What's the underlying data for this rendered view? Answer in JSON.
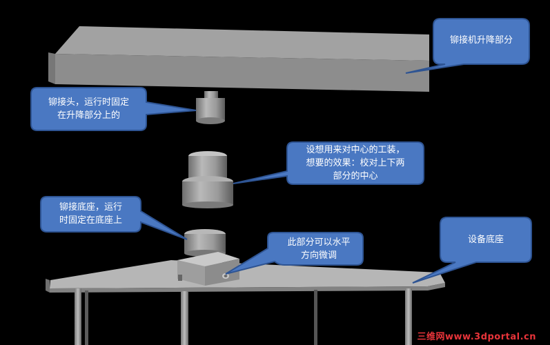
{
  "labels": {
    "lift_part": "铆接机升降部分",
    "rivet_head": [
      "铆接头，运行时固定",
      "在升降部分上的"
    ],
    "centering_tool": [
      "设想用来对中心的工装，",
      "想要的效果：校对上下两",
      "部分的中心"
    ],
    "rivet_base": [
      "铆接底座，运行",
      "时固定在底座上"
    ],
    "adjust_part": [
      "此部分可以水平",
      "方向微调"
    ],
    "equipment_base": "设备底座"
  },
  "watermark": {
    "brand": "三维网",
    "url": "www.3dportal.cn"
  },
  "colors": {
    "callout_fill": "#4a78c2",
    "callout_stroke": "#2e5493",
    "watermark_brand": "#e8343a",
    "watermark_url": "#e8343a"
  }
}
